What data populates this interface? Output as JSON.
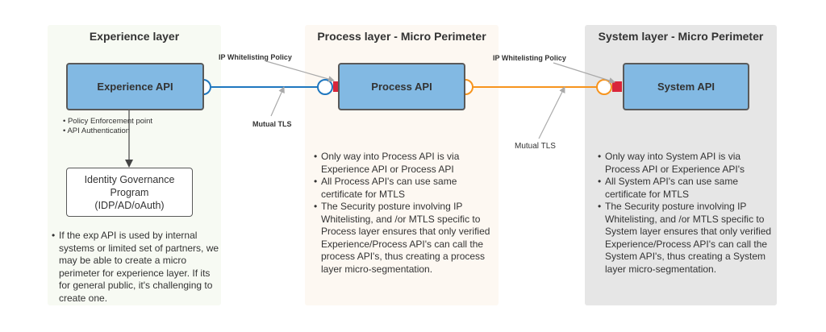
{
  "diagram": {
    "layers": {
      "experience": {
        "title": "Experience layer",
        "api_label": "Experience API",
        "api_bullets": [
          "Policy Enforcement point",
          "API Authentication"
        ],
        "identity_box": [
          "Identity Governance",
          "Program",
          "(IDP/AD/oAuth)"
        ],
        "notes": [
          "If the exp API is used by internal systems or limited set of partners, we may be able to create a micro perimeter for experience layer.  If its for general public, it's challenging to create one."
        ],
        "background": "#f7faf3"
      },
      "process": {
        "title": "Process layer - Micro Perimeter",
        "api_label": "Process API",
        "notes": [
          "Only way into Process API is via Experience API or Process API",
          "All Process API's can use same certificate for MTLS",
          "The Security posture involving IP Whitelisting, and /or MTLS specific to Process layer ensures that only verified Experience/Process API's can call the process API's,  thus creating a process layer micro-segmentation."
        ],
        "background": "#fdf8f2"
      },
      "system": {
        "title": "System layer - Micro Perimeter",
        "api_label": "System API",
        "notes": [
          "Only way into System API is via Process API or Experience API's",
          "All System API's can use same certificate for MTLS",
          "The Security posture involving IP Whitelisting, and /or MTLS specific to System layer ensures that only verified Experience/Process API's can call the System API's,  thus creating a System layer micro-segmentation."
        ],
        "background": "#e6e6e6"
      }
    },
    "connections": {
      "exp_to_proc": {
        "policy_label": "IP Whitelisting Policy",
        "tls_label": "Mutual TLS",
        "color": "#1f77bf"
      },
      "proc_to_sys": {
        "policy_label": "IP Whitelisting Policy",
        "tls_label": "Mutual TLS",
        "color": "#f7941d"
      }
    },
    "colors": {
      "api_box_fill": "#82b9e3",
      "policy_marker": "#d9263a",
      "annotation_arrow": "#aaaaaa"
    }
  }
}
